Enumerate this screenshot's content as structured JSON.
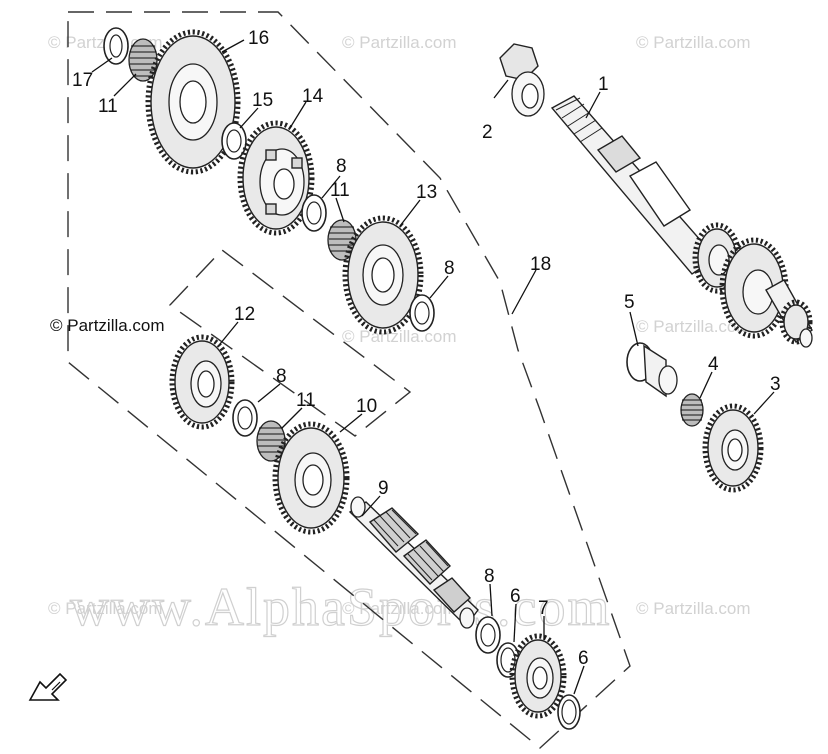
{
  "watermarks": {
    "small": "© Partzilla.com",
    "large": "www.AlphaSports.com"
  },
  "copyright": "© Partzilla.com",
  "callouts": {
    "c1": "1",
    "c2": "2",
    "c3": "3",
    "c4": "4",
    "c5": "5",
    "c6a": "6",
    "c6b": "6",
    "c7": "7",
    "c8a": "8",
    "c8b": "8",
    "c8c": "8",
    "c8d": "8",
    "c9": "9",
    "c10": "10",
    "c11a": "11",
    "c11b": "11",
    "c11c": "11",
    "c12": "12",
    "c13": "13",
    "c14": "14",
    "c15": "15",
    "c16": "16",
    "c17": "17",
    "c18": "18"
  },
  "icons": {
    "front": "front-arrow-icon"
  }
}
